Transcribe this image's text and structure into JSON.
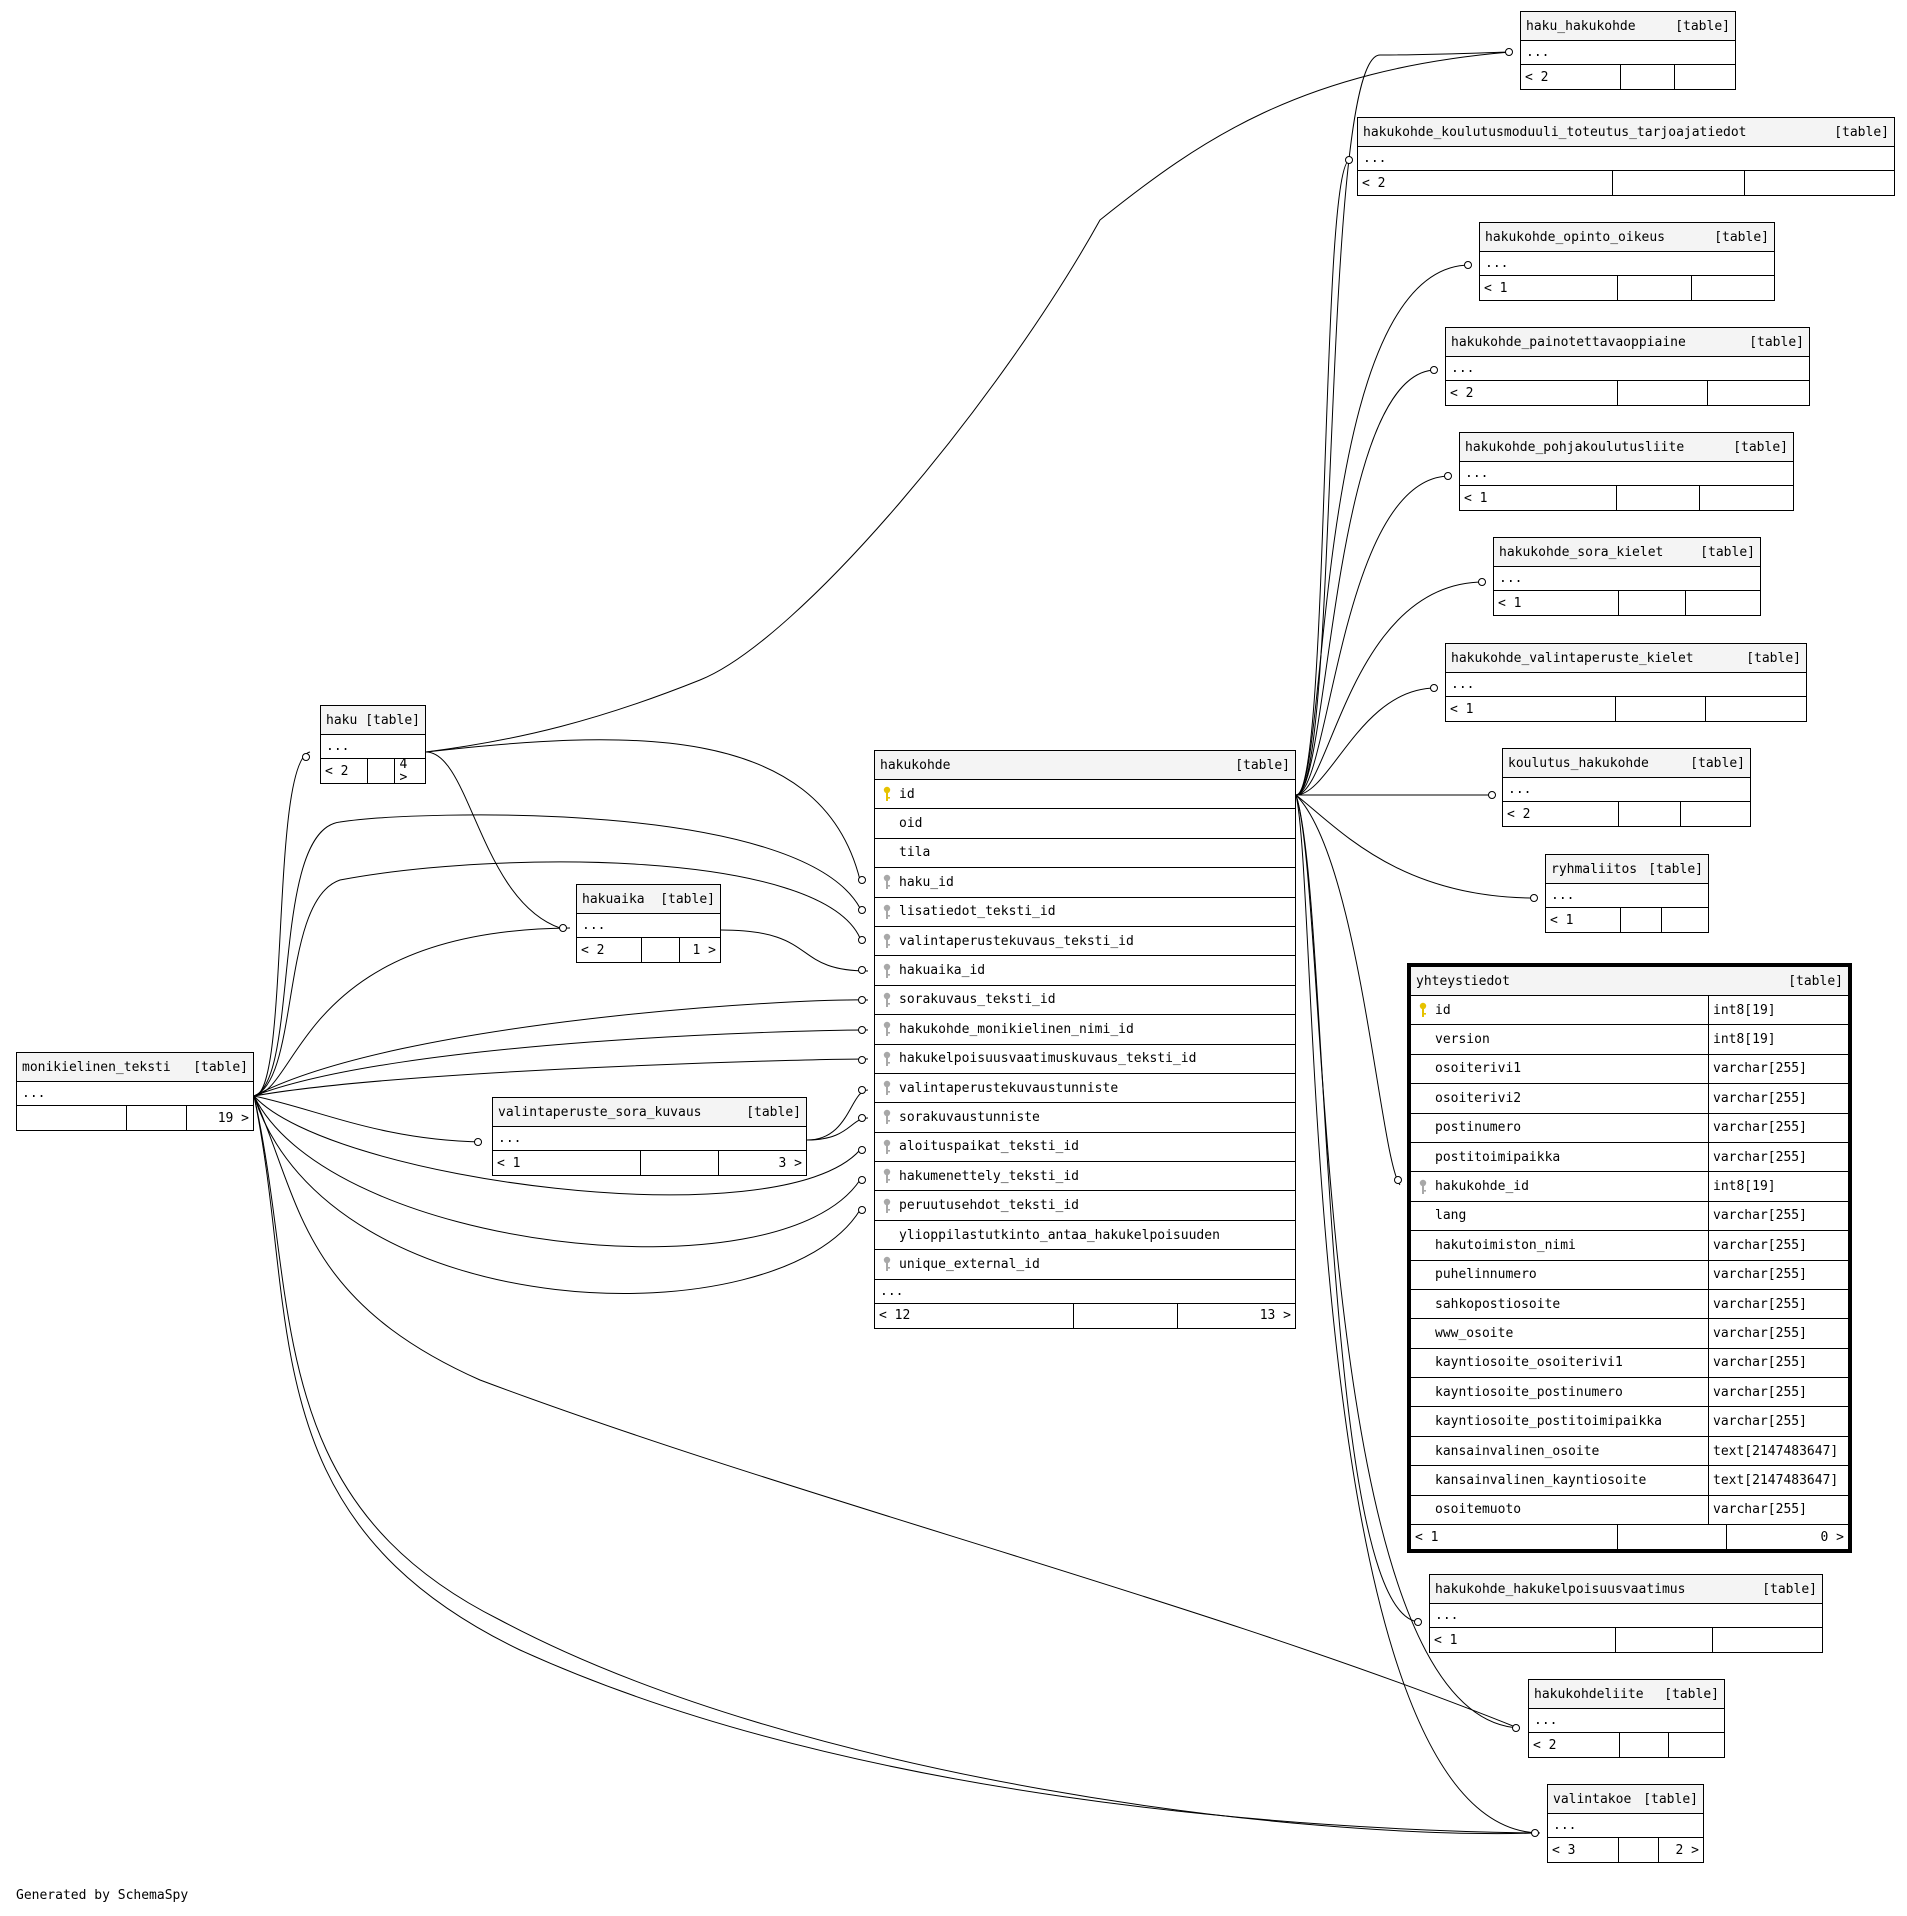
{
  "tables": {
    "haku_hakukohde": {
      "name": "haku_hakukohde",
      "tag": "[table]",
      "ellipsis": "...",
      "footer_left": "< 2",
      "footer_mid": "",
      "footer_right": ""
    },
    "hakukohde_koulutusmoduuli_toteutus_tarjoajatiedot": {
      "name": "hakukohde_koulutusmoduuli_toteutus_tarjoajatiedot",
      "tag": "[table]",
      "ellipsis": "...",
      "footer_left": "< 2",
      "footer_mid": "",
      "footer_right": ""
    },
    "hakukohde_opinto_oikeus": {
      "name": "hakukohde_opinto_oikeus",
      "tag": "[table]",
      "ellipsis": "...",
      "footer_left": "< 1",
      "footer_mid": "",
      "footer_right": ""
    },
    "hakukohde_painotettavaoppiaine": {
      "name": "hakukohde_painotettavaoppiaine",
      "tag": "[table]",
      "ellipsis": "...",
      "footer_left": "< 2",
      "footer_mid": "",
      "footer_right": ""
    },
    "hakukohde_pohjakoulutusliite": {
      "name": "hakukohde_pohjakoulutusliite",
      "tag": "[table]",
      "ellipsis": "...",
      "footer_left": "< 1",
      "footer_mid": "",
      "footer_right": ""
    },
    "hakukohde_sora_kielet": {
      "name": "hakukohde_sora_kielet",
      "tag": "[table]",
      "ellipsis": "...",
      "footer_left": "< 1",
      "footer_mid": "",
      "footer_right": ""
    },
    "hakukohde_valintaperuste_kielet": {
      "name": "hakukohde_valintaperuste_kielet",
      "tag": "[table]",
      "ellipsis": "...",
      "footer_left": "< 1",
      "footer_mid": "",
      "footer_right": ""
    },
    "koulutus_hakukohde": {
      "name": "koulutus_hakukohde",
      "tag": "[table]",
      "ellipsis": "...",
      "footer_left": "< 2",
      "footer_mid": "",
      "footer_right": ""
    },
    "ryhmaliitos": {
      "name": "ryhmaliitos",
      "tag": "[table]",
      "ellipsis": "...",
      "footer_left": "< 1",
      "footer_mid": "",
      "footer_right": ""
    },
    "haku": {
      "name": "haku",
      "tag": "[table]",
      "ellipsis": "...",
      "footer_left": "< 2",
      "footer_mid": "",
      "footer_right": "4 >"
    },
    "hakuaika": {
      "name": "hakuaika",
      "tag": "[table]",
      "ellipsis": "...",
      "footer_left": "< 2",
      "footer_mid": "",
      "footer_right": "1 >"
    },
    "monikielinen_teksti": {
      "name": "monikielinen_teksti",
      "tag": "[table]",
      "ellipsis": "...",
      "footer_left": "",
      "footer_mid": "",
      "footer_right": "19 >"
    },
    "valintaperuste_sora_kuvaus": {
      "name": "valintaperuste_sora_kuvaus",
      "tag": "[table]",
      "ellipsis": "...",
      "footer_left": "< 1",
      "footer_mid": "",
      "footer_right": "3 >"
    },
    "hakukohde_hakukelpoisuusvaatimus": {
      "name": "hakukohde_hakukelpoisuusvaatimus",
      "tag": "[table]",
      "ellipsis": "...",
      "footer_left": "< 1",
      "footer_mid": "",
      "footer_right": ""
    },
    "hakukohdeliite": {
      "name": "hakukohdeliite",
      "tag": "[table]",
      "ellipsis": "...",
      "footer_left": "< 2",
      "footer_mid": "",
      "footer_right": ""
    },
    "valintakoe": {
      "name": "valintakoe",
      "tag": "[table]",
      "ellipsis": "...",
      "footer_left": "< 3",
      "footer_mid": "",
      "footer_right": "2 >"
    },
    "hakukohde": {
      "name": "hakukohde",
      "tag": "[table]",
      "ellipsis": "...",
      "footer_left": "< 12",
      "footer_mid": "",
      "footer_right": "13 >",
      "columns": [
        {
          "name": "id",
          "key": "pk"
        },
        {
          "name": "oid",
          "key": ""
        },
        {
          "name": "tila",
          "key": ""
        },
        {
          "name": "haku_id",
          "key": "fk"
        },
        {
          "name": "lisatiedot_teksti_id",
          "key": "fk"
        },
        {
          "name": "valintaperustekuvaus_teksti_id",
          "key": "fk"
        },
        {
          "name": "hakuaika_id",
          "key": "fk"
        },
        {
          "name": "sorakuvaus_teksti_id",
          "key": "fk"
        },
        {
          "name": "hakukohde_monikielinen_nimi_id",
          "key": "fk"
        },
        {
          "name": "hakukelpoisuusvaatimuskuvaus_teksti_id",
          "key": "fk"
        },
        {
          "name": "valintaperustekuvaustunniste",
          "key": "fk"
        },
        {
          "name": "sorakuvaustunniste",
          "key": "fk"
        },
        {
          "name": "aloituspaikat_teksti_id",
          "key": "fk"
        },
        {
          "name": "hakumenettely_teksti_id",
          "key": "fk"
        },
        {
          "name": "peruutusehdot_teksti_id",
          "key": "fk"
        },
        {
          "name": "ylioppilastutkinto_antaa_hakukelpoisuuden",
          "key": ""
        },
        {
          "name": "unique_external_id",
          "key": "fk"
        }
      ]
    },
    "yhteystiedot": {
      "name": "yhteystiedot",
      "tag": "[table]",
      "footer_left": "< 1",
      "footer_mid": "",
      "footer_right": "0 >",
      "columns": [
        {
          "name": "id",
          "type": "int8[19]",
          "key": "pk"
        },
        {
          "name": "version",
          "type": "int8[19]",
          "key": ""
        },
        {
          "name": "osoiterivi1",
          "type": "varchar[255]",
          "key": ""
        },
        {
          "name": "osoiterivi2",
          "type": "varchar[255]",
          "key": ""
        },
        {
          "name": "postinumero",
          "type": "varchar[255]",
          "key": ""
        },
        {
          "name": "postitoimipaikka",
          "type": "varchar[255]",
          "key": ""
        },
        {
          "name": "hakukohde_id",
          "type": "int8[19]",
          "key": "fk"
        },
        {
          "name": "lang",
          "type": "varchar[255]",
          "key": ""
        },
        {
          "name": "hakutoimiston_nimi",
          "type": "varchar[255]",
          "key": ""
        },
        {
          "name": "puhelinnumero",
          "type": "varchar[255]",
          "key": ""
        },
        {
          "name": "sahkopostiosoite",
          "type": "varchar[255]",
          "key": ""
        },
        {
          "name": "www_osoite",
          "type": "varchar[255]",
          "key": ""
        },
        {
          "name": "kayntiosoite_osoiterivi1",
          "type": "varchar[255]",
          "key": ""
        },
        {
          "name": "kayntiosoite_postinumero",
          "type": "varchar[255]",
          "key": ""
        },
        {
          "name": "kayntiosoite_postitoimipaikka",
          "type": "varchar[255]",
          "key": ""
        },
        {
          "name": "kansainvalinen_osoite",
          "type": "text[2147483647]",
          "key": ""
        },
        {
          "name": "kansainvalinen_kayntiosoite",
          "type": "text[2147483647]",
          "key": ""
        },
        {
          "name": "osoitemuoto",
          "type": "varchar[255]",
          "key": ""
        }
      ]
    }
  },
  "icons": {
    "primary_key": "key-gold-icon",
    "foreign_key": "key-grey-icon"
  },
  "colors": {
    "pk_key": "#e6c200",
    "fk_key": "#a8a8a8",
    "header_bg": "#f4f4f4"
  },
  "footer_note": "Generated by SchemaSpy"
}
